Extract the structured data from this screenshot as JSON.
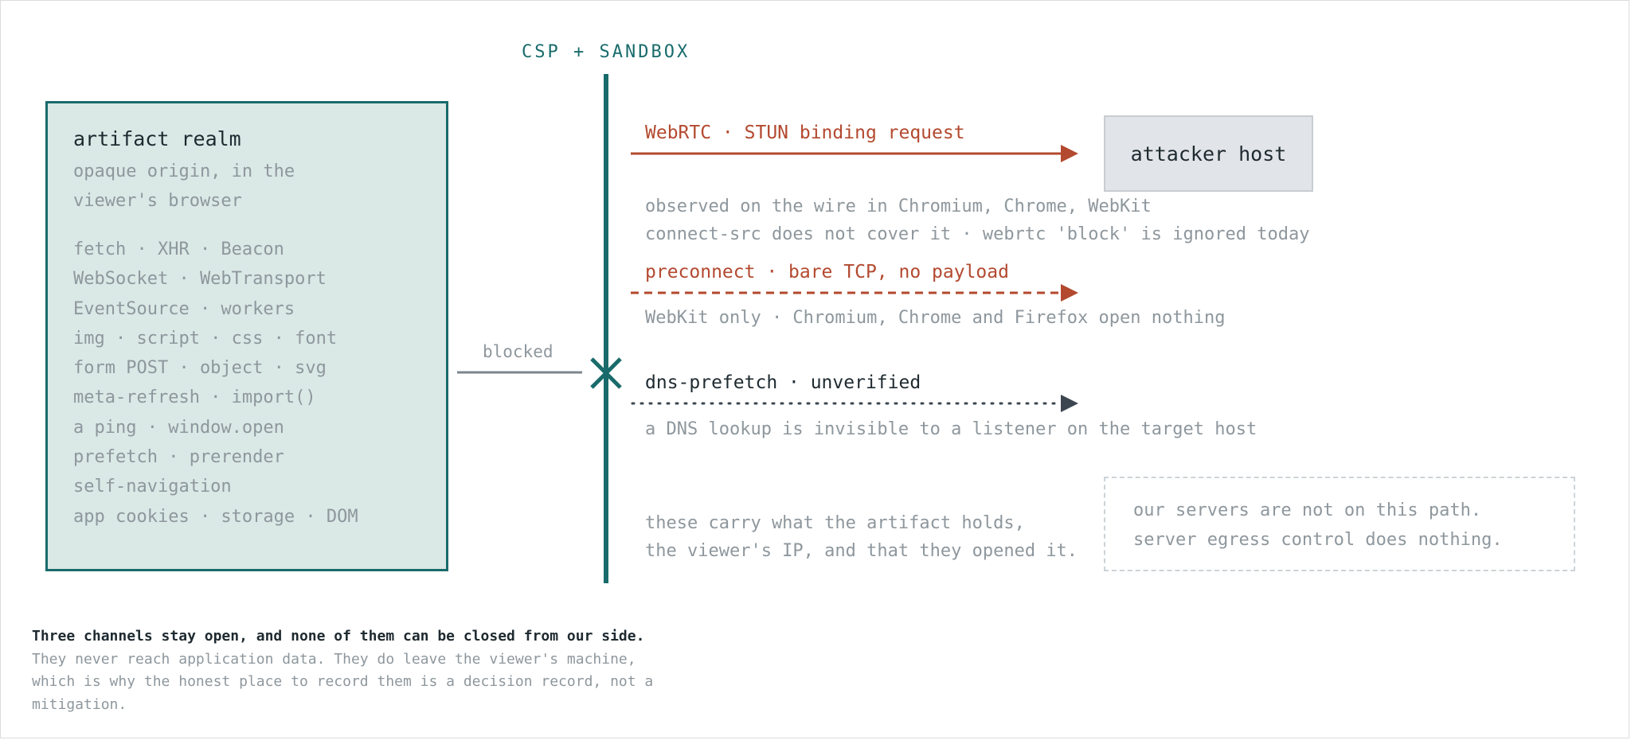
{
  "barrier": {
    "label": "CSP + SANDBOX"
  },
  "realm": {
    "title": "artifact realm",
    "subtitle_lines": [
      "opaque origin, in the",
      "viewer's browser"
    ],
    "channels": [
      "fetch · XHR · Beacon",
      "WebSocket · WebTransport",
      "EventSource · workers",
      "img · script · css · font",
      "form POST · object · svg",
      "meta-refresh · import()",
      "a ping · window.open",
      "prefetch · prerender",
      "self-navigation",
      "app cookies · storage · DOM"
    ]
  },
  "blocked": {
    "label": "blocked"
  },
  "open_channels": [
    {
      "label": "WebRTC · STUN binding request",
      "notes": [
        "observed on the wire in Chromium, Chrome, WebKit",
        "connect-src does not cover it · webrtc 'block' is ignored today"
      ]
    },
    {
      "label": "preconnect · bare TCP, no payload",
      "notes": [
        "WebKit only · Chromium, Chrome and Firefox open nothing"
      ]
    },
    {
      "label": "dns-prefetch · unverified",
      "notes": [
        "a DNS lookup is invisible to a listener on the target host"
      ]
    }
  ],
  "attacker": {
    "label": "attacker host"
  },
  "payload": {
    "lines": [
      "these carry what the artifact holds,",
      "the viewer's IP, and that they opened it."
    ]
  },
  "servers": {
    "lines": [
      "our servers are not on this path.",
      "server egress control does nothing."
    ]
  },
  "footnote": {
    "heading": "Three channels stay open, and none of them can be closed from our side.",
    "lines": [
      "They never reach application data. They do leave the viewer's machine,",
      "which is why the honest place to record them is a decision record, not a",
      "mitigation."
    ]
  },
  "colors": {
    "barrier": "#196b6b",
    "realm_fill": "#dae8e6",
    "open_channel": "#b3492f",
    "unverified_channel": "#3c4650",
    "blocked_line": "#7c868d",
    "muted_text": "#8e979d"
  }
}
